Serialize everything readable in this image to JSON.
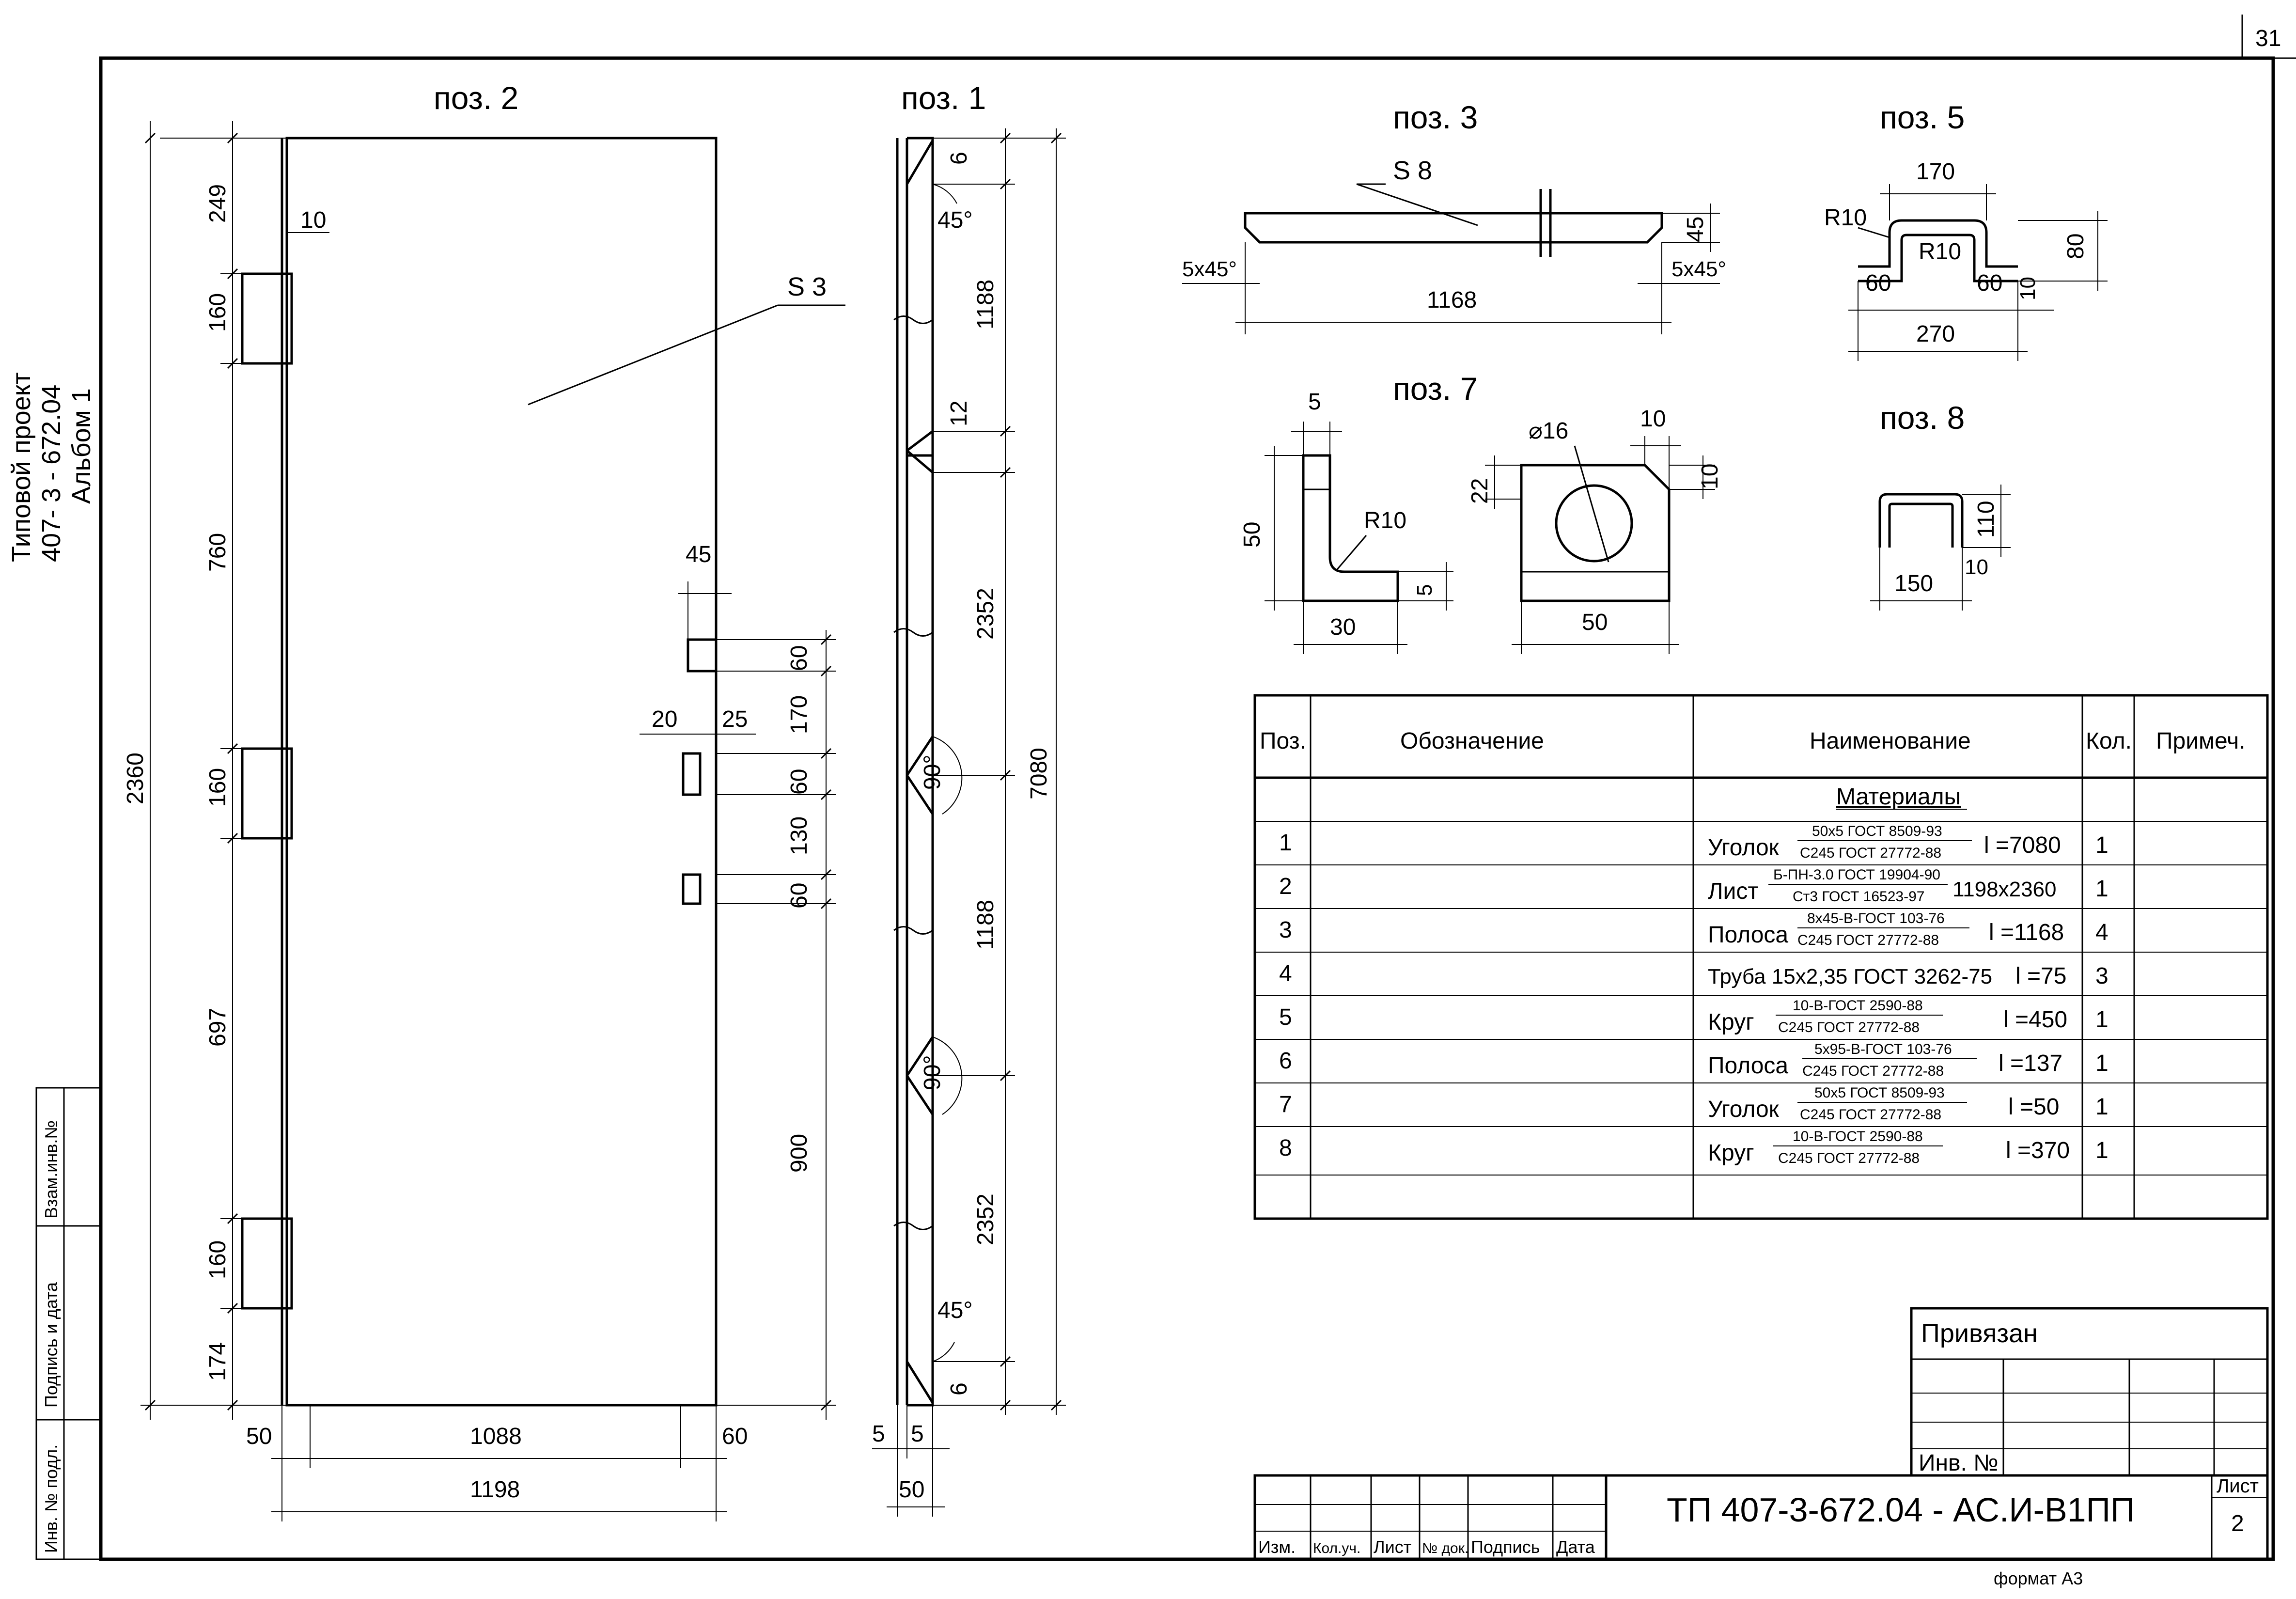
{
  "sheet_number": "31",
  "side_labels": {
    "line1": "Типовой проект",
    "line2": "407- 3 - 672.04",
    "line3": "Альбом 1"
  },
  "side_stamp": {
    "vzam": "Взам.инв.№",
    "podpis": "Подпись и дата",
    "inv": "Инв. № подл."
  },
  "pos2": {
    "title": "поз. 2",
    "material": "S 3",
    "dims_left": [
      "249",
      "160",
      "760",
      "160",
      "697",
      "160",
      "174"
    ],
    "dim_total": "2360",
    "dim_small": "10",
    "dims_right": [
      "60",
      "170",
      "60",
      "130",
      "60",
      "900"
    ],
    "dim_45": "45",
    "dim_20": "20",
    "dim_25": "25",
    "dims_bottom": {
      "left": "50",
      "mid": "1088",
      "right": "60",
      "total": "1198"
    }
  },
  "pos1": {
    "title": "поз. 1",
    "dims": [
      "6",
      "1188",
      "12",
      "2352",
      "1188",
      "2352",
      "6"
    ],
    "dim_total": "7080",
    "angles": [
      "45°",
      "90°",
      "90°",
      "45°"
    ],
    "dims_bottom": [
      "5",
      "5",
      "50"
    ]
  },
  "pos3": {
    "title": "поз. 3",
    "material": "S 8",
    "chamfer_left": "5x45°",
    "chamfer_right": "5x45°",
    "height": "45",
    "length": "1168"
  },
  "pos5": {
    "title": "поз. 5",
    "top": "170",
    "r1": "R10",
    "r2": "R10",
    "d60a": "60",
    "d60b": "60",
    "d10": "10",
    "d80": "80",
    "bottom": "270"
  },
  "pos7": {
    "title": "поз. 7",
    "d5": "5",
    "d50": "50",
    "r10": "R10",
    "d5b": "5",
    "d30": "30",
    "dia": "⌀16",
    "d10a": "10",
    "d10b": "10",
    "d22": "22",
    "d50b": "50"
  },
  "pos8": {
    "title": "поз. 8",
    "d110": "110",
    "d10": "10",
    "d150": "150"
  },
  "spec": {
    "headers": [
      "Поз.",
      "Обозначение",
      "Наименование",
      "Кол.",
      "Примеч."
    ],
    "section": "Материалы",
    "rows": [
      {
        "pos": "1",
        "name": "Уголок",
        "num": "50x5 ГОСТ 8509-93",
        "den": "С245 ГОСТ 27772-88",
        "len": "l =7080",
        "qty": "1"
      },
      {
        "pos": "2",
        "name": "Лист",
        "num": "Б-ПН-3.0 ГОСТ 19904-90",
        "den": "Ст3 ГОСТ 16523-97",
        "len": "1198x2360",
        "qty": "1"
      },
      {
        "pos": "3",
        "name": "Полоса",
        "num": "8x45-В-ГОСТ 103-76",
        "den": "С245 ГОСТ 27772-88",
        "len": "l =1168",
        "qty": "4"
      },
      {
        "pos": "4",
        "name": "Труба 15x2,35  ГОСТ 3262-75",
        "num": "",
        "den": "",
        "len": "l =75",
        "qty": "3"
      },
      {
        "pos": "5",
        "name": "Круг",
        "num": "10-В-ГОСТ 2590-88",
        "den": "С245 ГОСТ 27772-88",
        "len": "l =450",
        "qty": "1"
      },
      {
        "pos": "6",
        "name": "Полоса",
        "num": "5x95-В-ГОСТ 103-76",
        "den": "С245 ГОСТ 27772-88",
        "len": "l =137",
        "qty": "1"
      },
      {
        "pos": "7",
        "name": "Уголок",
        "num": "50x5 ГОСТ 8509-93",
        "den": "С245 ГОСТ 27772-88",
        "len": "l =50",
        "qty": "1"
      },
      {
        "pos": "8",
        "name": "Круг",
        "num": "10-В-ГОСТ 2590-88",
        "den": "С245 ГОСТ 27772-88",
        "len": "l =370",
        "qty": "1"
      }
    ]
  },
  "title_block": {
    "privyazan": "Привязан",
    "inv_no": "Инв. №",
    "code": "ТП   407-3-672.04 - АС.И-В1ПП",
    "list_label": "Лист",
    "list_value": "2",
    "cols": [
      "Изм.",
      "Кол.уч.",
      "Лист",
      "№ док.",
      "Подпись",
      "Дата"
    ],
    "format": "формат А3"
  }
}
